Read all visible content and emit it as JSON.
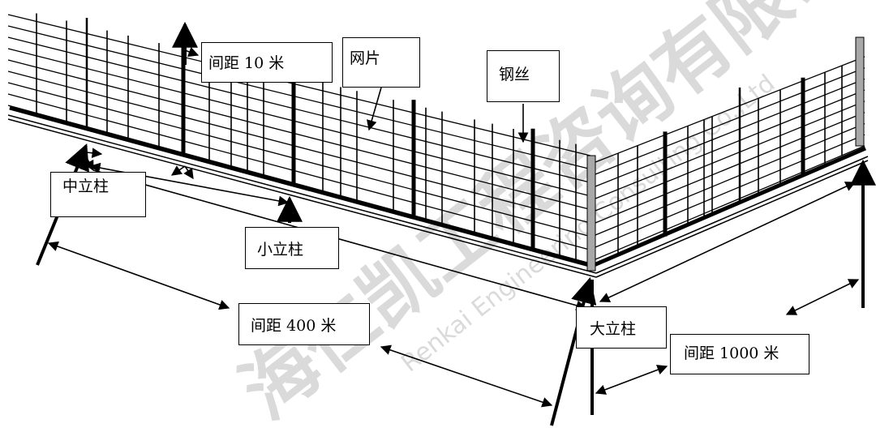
{
  "labels": {
    "spacing_10m": "间距 10 米",
    "mesh_panel": "网片",
    "steel_wire": "钢丝",
    "middle_post": "中立柱",
    "small_post": "小立柱",
    "spacing_400m": "间距 400 米",
    "large_post": "大立柱",
    "spacing_1000m": "间距 1000 米"
  },
  "watermark": {
    "logo_text": "海仁凯工程咨询有限公司",
    "english_text": "Renkai Engineering Consulting Co.,Ltd",
    "color": "#c9c9c9"
  },
  "colors": {
    "line": "#000000",
    "post_gray": "#a8a8a8"
  }
}
